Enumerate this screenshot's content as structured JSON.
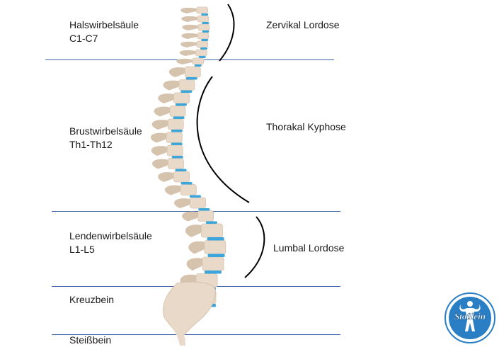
{
  "regions": {
    "cervical": {
      "name": "Halswirbelsäule",
      "range": "C1-C7",
      "curve": "Zervikal Lordose"
    },
    "thoracic": {
      "name": "Brustwirbelsäule",
      "range": "Th1-Th12",
      "curve": "Thorakal Kyphose"
    },
    "lumbar": {
      "name": "Lendenwirbelsäule",
      "range": "L1-L5",
      "curve": "Lumbal Lordose"
    },
    "sacrum": {
      "name": "Kreuzbein"
    },
    "coccyx": {
      "name": "Steißbein"
    }
  },
  "logo": {
    "text": "Stoßlein"
  },
  "colors": {
    "bone": "#e8d9c8",
    "bone_shade": "#d6c3ad",
    "disc": "#3aa6dc",
    "divider": "#3f63a8",
    "curve": "#000000",
    "logo_ring": "#2a7fc4"
  }
}
